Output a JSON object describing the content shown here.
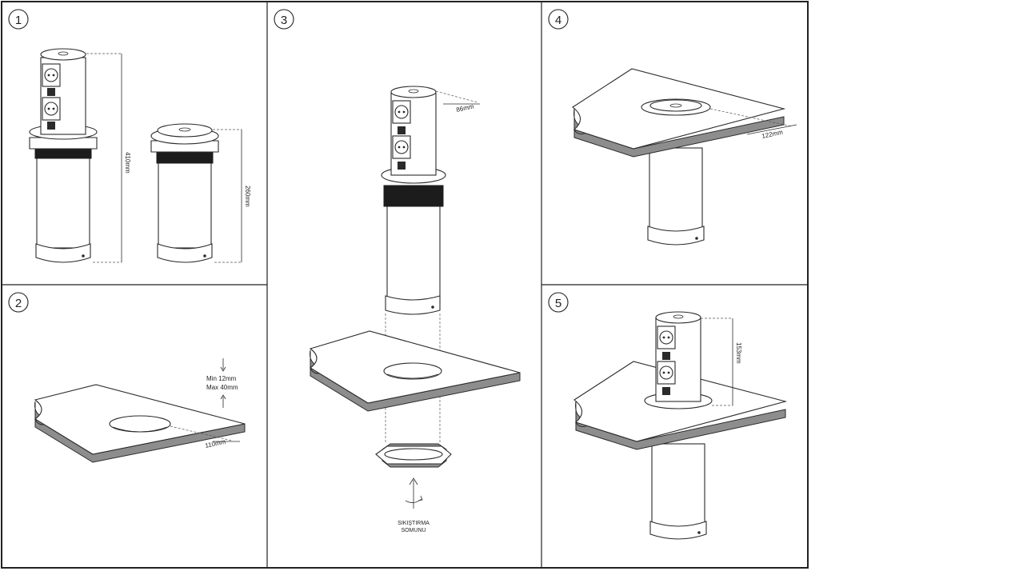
{
  "colors": {
    "border": "#222222",
    "slab_edge": "#8d8d8d",
    "ring": "#1c1c1c",
    "background": "#ffffff"
  },
  "panels": [
    {
      "step": "1",
      "dimensions": [
        "410mm",
        "260mm"
      ]
    },
    {
      "step": "2",
      "thickness_min": "Min  12mm",
      "thickness_max": "Max 40mm",
      "hole_diameter": "110mm"
    },
    {
      "step": "3",
      "top_diameter": "86mm",
      "nut_label_line1": "SIKIŞTIRMA",
      "nut_label_line2": "SOMUNU"
    },
    {
      "step": "4",
      "flange_diameter": "122mm"
    },
    {
      "step": "5",
      "extension_height": "153mm"
    }
  ]
}
